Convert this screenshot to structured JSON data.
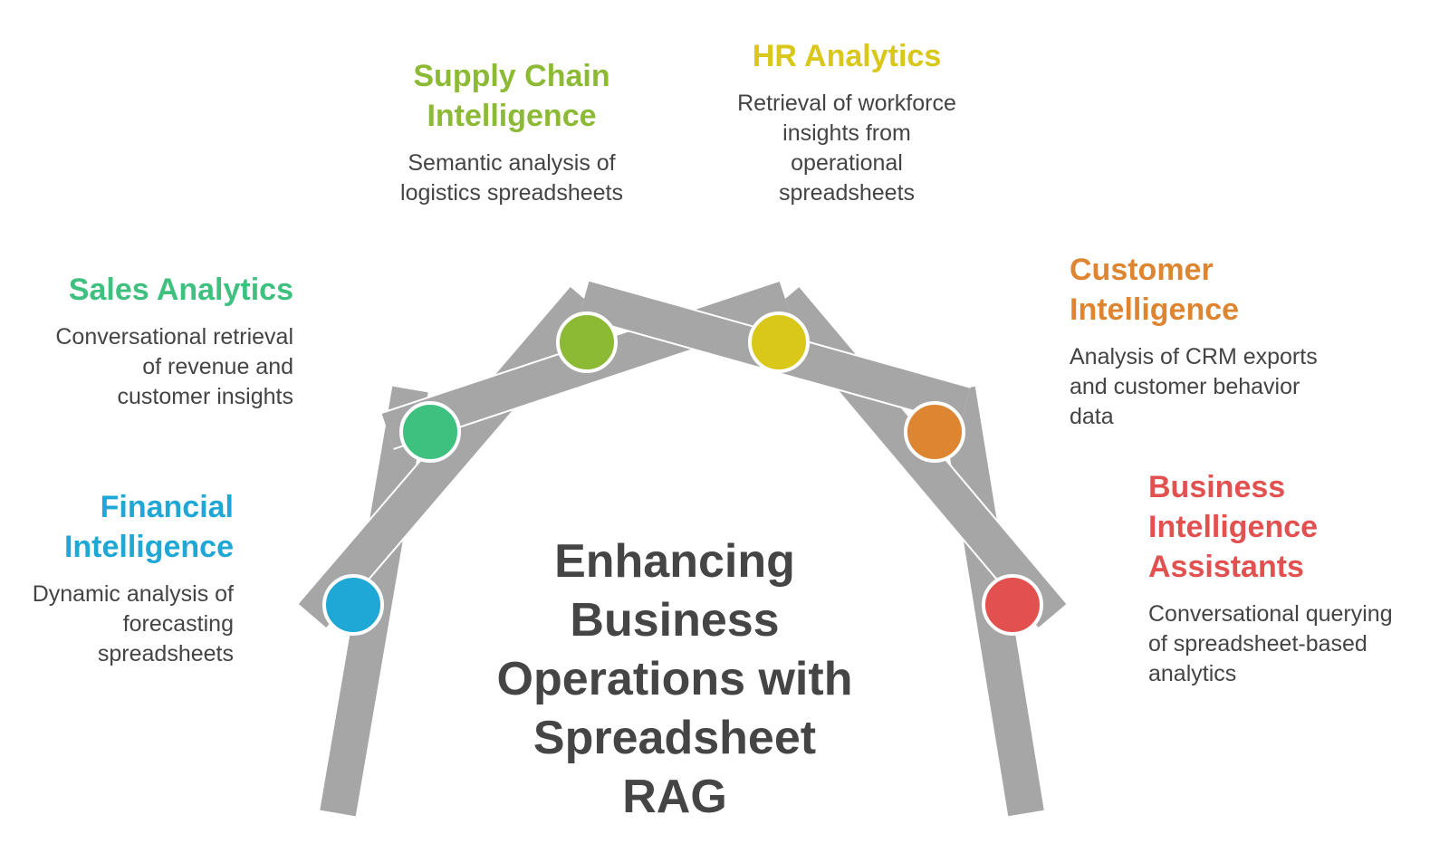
{
  "title": "Enhancing\nBusiness\nOperations with\nSpreadsheet\nRAG",
  "items": [
    {
      "key": "financial",
      "heading": "Financial\nIntelligence",
      "description": "Dynamic analysis of\nforecasting\nspreadsheets",
      "color": "#1FA7D6"
    },
    {
      "key": "sales",
      "heading": "Sales Analytics",
      "description": "Conversational retrieval\nof revenue and\ncustomer insights",
      "color": "#3EC07F"
    },
    {
      "key": "supply-chain",
      "heading": "Supply Chain\nIntelligence",
      "description": "Semantic analysis of\nlogistics spreadsheets",
      "color": "#8CBA34"
    },
    {
      "key": "hr",
      "heading": "HR Analytics",
      "description": "Retrieval of workforce\ninsights from\noperational\nspreadsheets",
      "color": "#D9C719"
    },
    {
      "key": "customer",
      "heading": "Customer\nIntelligence",
      "description": "Analysis of CRM exports\nand customer behavior\ndata",
      "color": "#DE8531"
    },
    {
      "key": "bi-assistants",
      "heading": "Business\nIntelligence\nAssistants",
      "description": "Conversational querying\nof spreadsheet-based\nanalytics",
      "color": "#E25150"
    }
  ],
  "frame_color": "#A6A6A6"
}
